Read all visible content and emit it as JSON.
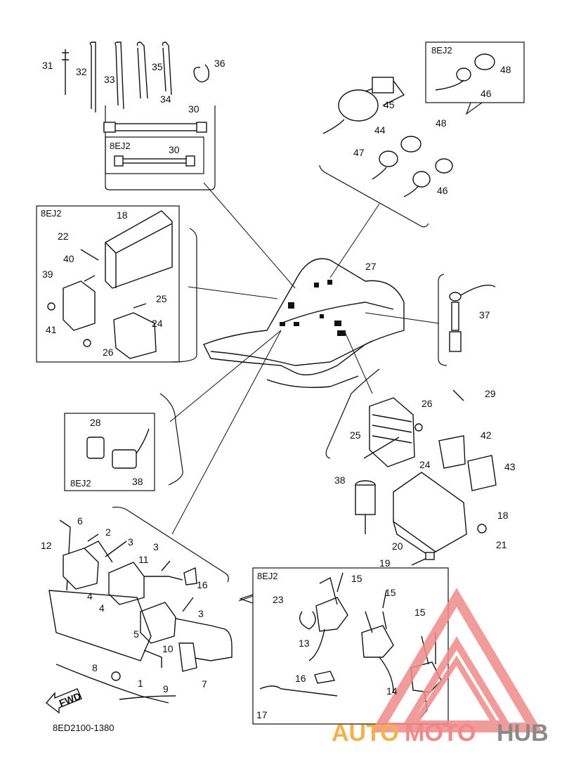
{
  "diagram_code": "8ED2100-1380",
  "fwd_label": "FWD",
  "variant_tag": "8EJ2",
  "watermark": {
    "text_a": "AUTO",
    "text_b": "MOTO",
    "text_c": "HUB",
    "color_a": "#f5b24c",
    "color_b": "#f08a8a",
    "color_c": "#8a8a8a"
  },
  "parts": {
    "p1": "1",
    "p2": "2",
    "p3": "3",
    "p3b": "3",
    "p3c": "3",
    "p4": "4",
    "p4b": "4",
    "p5": "5",
    "p6": "6",
    "p7": "7",
    "p8": "8",
    "p9": "9",
    "p10": "10",
    "p11": "11",
    "p12": "12",
    "p13": "13",
    "p14": "14",
    "p15": "15",
    "p15b": "15",
    "p15c": "15",
    "p16": "16",
    "p16b": "16",
    "p17": "17",
    "p18": "18",
    "p18b": "18",
    "p19": "19",
    "p20": "20",
    "p21": "21",
    "p22": "22",
    "p23": "23",
    "p24": "24",
    "p24b": "24",
    "p25": "25",
    "p25b": "25",
    "p26": "26",
    "p26b": "26",
    "p27": "27",
    "p28": "28",
    "p29": "29",
    "p30": "30",
    "p30b": "30",
    "p31": "31",
    "p32": "32",
    "p33": "33",
    "p34": "34",
    "p35": "35",
    "p36": "36",
    "p37": "37",
    "p38": "38",
    "p38b": "38",
    "p39": "39",
    "p40": "40",
    "p41": "41",
    "p42": "42",
    "p43": "43",
    "p44": "44",
    "p45": "45",
    "p46": "46",
    "p46b": "46",
    "p47": "47",
    "p48": "48",
    "p48b": "48"
  }
}
